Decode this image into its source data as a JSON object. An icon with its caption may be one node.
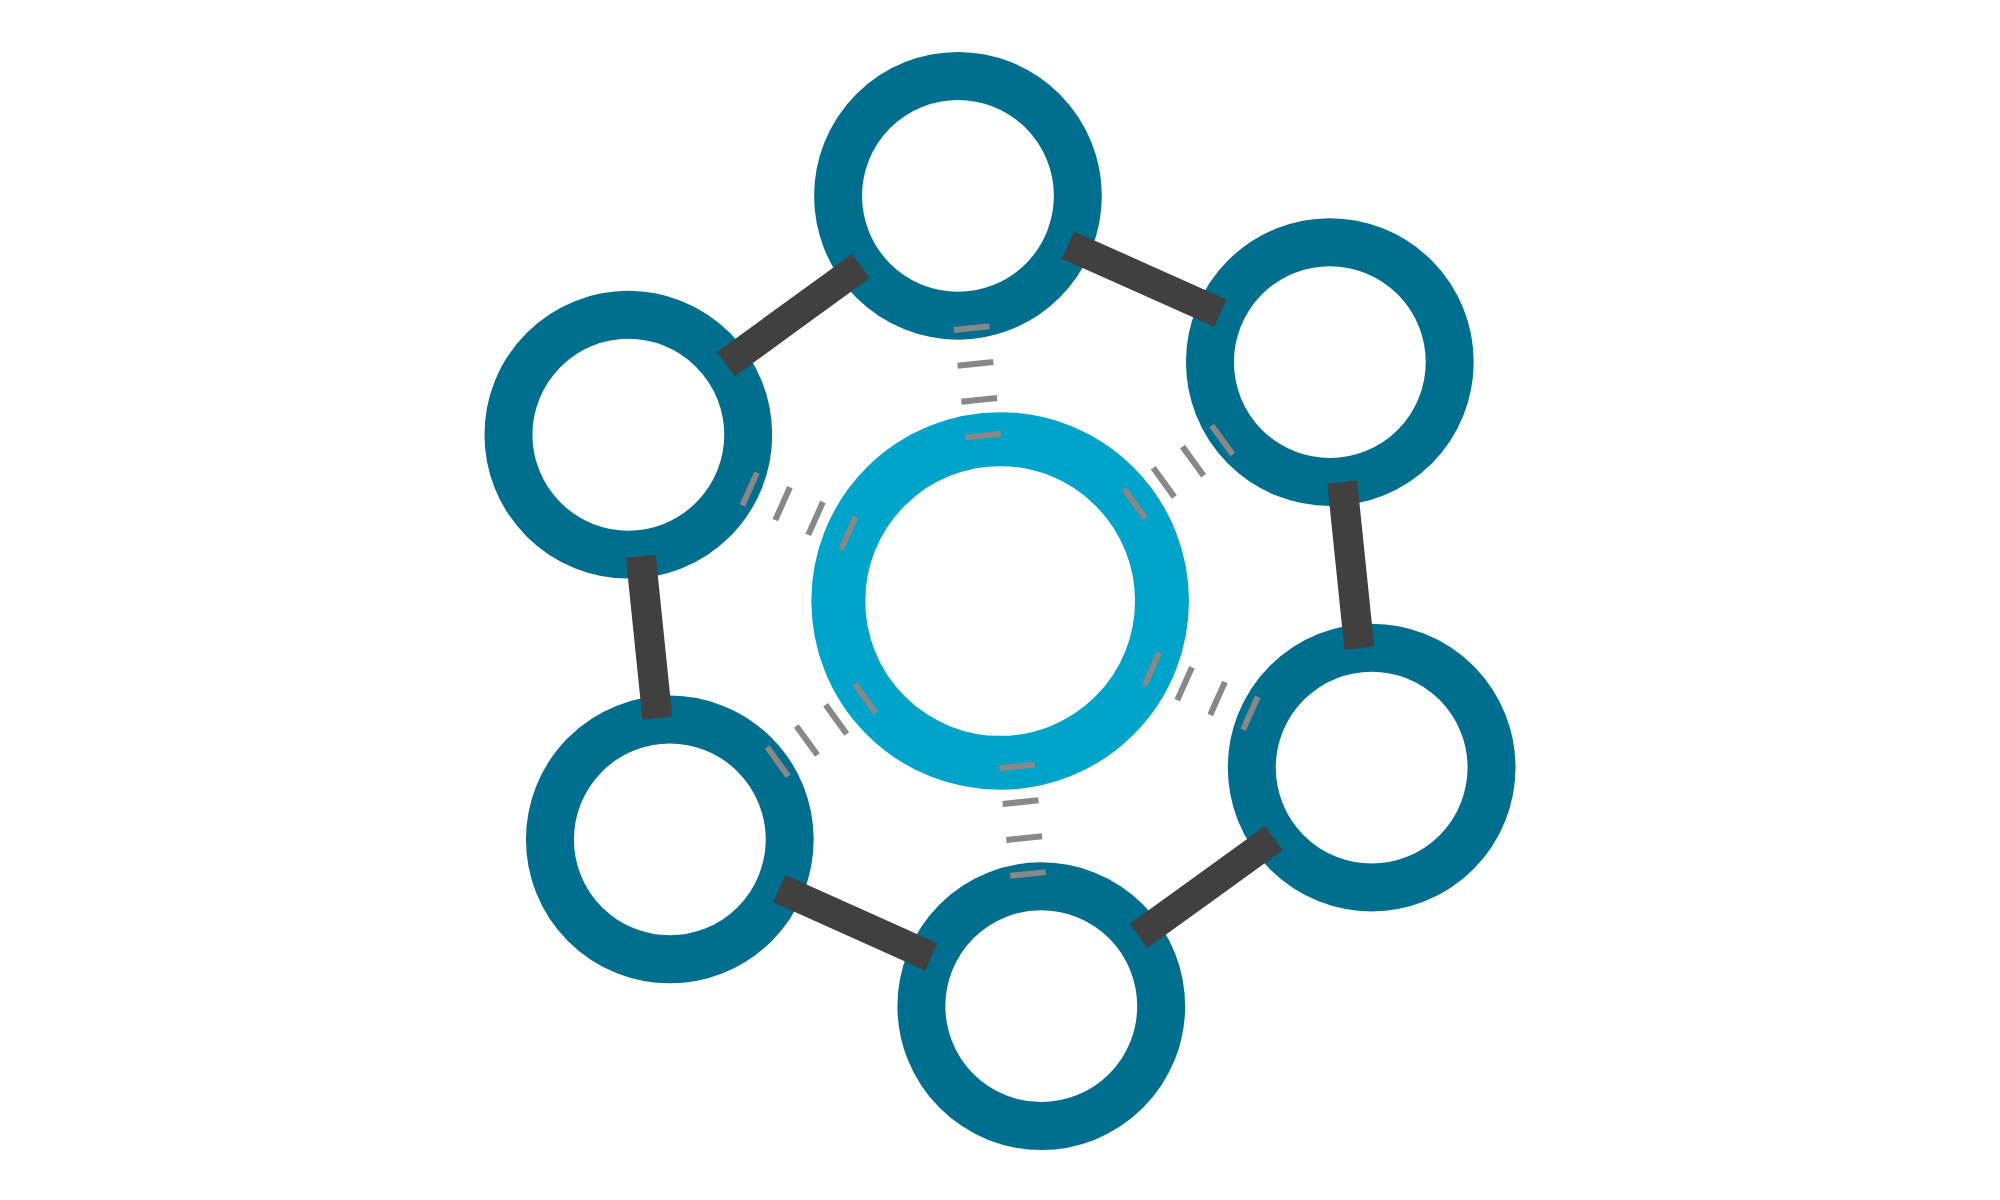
{
  "diagram": {
    "nodes": [
      {
        "text": [],
        "shape": "circle"
      },
      {
        "text": [],
        "shape": "circle"
      },
      {
        "text": [],
        "shape": "circle"
      },
      {
        "text": [],
        "shape": "circle"
      },
      {
        "text": [],
        "shape": "circle"
      },
      {
        "text": [],
        "shape": "circle"
      },
      {
        "text": [],
        "shape": "circle"
      }
    ],
    "edges": [
      {
        "from": 0,
        "to": 2,
        "arrow": "none"
      },
      {
        "from": 2,
        "to": 5,
        "arrow": "none"
      },
      {
        "from": 5,
        "to": 6,
        "arrow": "none"
      },
      {
        "from": 6,
        "to": 4,
        "arrow": "none"
      },
      {
        "from": 4,
        "to": 1,
        "arrow": "none"
      },
      {
        "from": 1,
        "to": 0,
        "arrow": "none"
      },
      {
        "from": 3,
        "to": 0,
        "arrow": "none",
        "style": "dashed",
        "color": "#888888"
      },
      {
        "from": 3,
        "to": 2,
        "arrow": "none",
        "style": "dashed",
        "color": "#888888"
      },
      {
        "from": 3,
        "to": 5,
        "arrow": "none",
        "style": "dashed",
        "color": "#888888"
      },
      {
        "from": 3,
        "to": 6,
        "arrow": "none",
        "style": "dashed",
        "color": "#888888"
      },
      {
        "from": 3,
        "to": 4,
        "arrow": "none",
        "style": "dashed",
        "color": "#888888"
      },
      {
        "from": 3,
        "to": 1,
        "arrow": "none",
        "style": "dashed",
        "color": "#888888"
      }
    ]
  }
}
